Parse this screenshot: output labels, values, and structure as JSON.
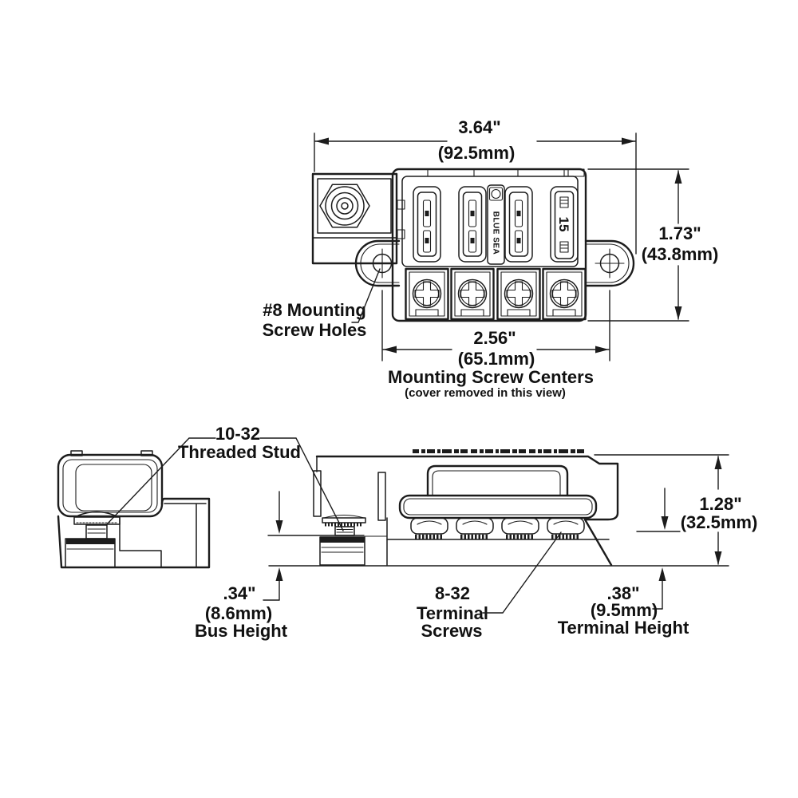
{
  "top_view": {
    "width_in": "3.64\"",
    "width_mm": "(92.5mm)",
    "height_in": "1.73\"",
    "height_mm": "(43.8mm)",
    "centers_in": "2.56\"",
    "centers_mm": "(65.1mm)",
    "centers_label": "Mounting Screw Centers",
    "centers_note": "(cover removed in this view)",
    "mount_line1": "#8 Mounting",
    "mount_line2": "Screw Holes",
    "brand_text": "BLUE SEA",
    "fuse_rating": "15"
  },
  "side_view": {
    "stud_line1": "10-32",
    "stud_line2": "Threaded Stud",
    "height_in": "1.28\"",
    "height_mm": "(32.5mm)",
    "bus_in": ".34\"",
    "bus_mm": "(8.6mm)",
    "bus_label": "Bus Height",
    "screws_line1": "8-32",
    "screws_line2": "Terminal",
    "screws_line3": "Screws",
    "term_in": ".38\"",
    "term_mm": "(9.5mm)",
    "term_label": "Terminal Height"
  },
  "colors": {
    "line": "#1c1c1c",
    "background": "#ffffff"
  }
}
